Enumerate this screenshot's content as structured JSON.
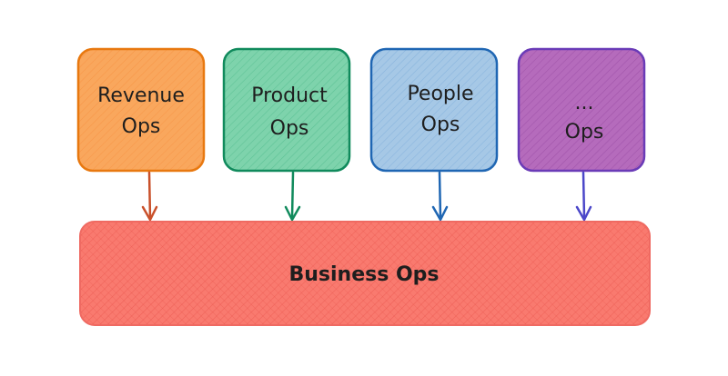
{
  "boxes": [
    {
      "line1": "Revenue",
      "line2": "Ops",
      "stroke": "#e8780f",
      "fill": "#f9a75d",
      "arrow": "#c9502a"
    },
    {
      "line1": "Product",
      "line2": "Ops",
      "stroke": "#108a5c",
      "fill": "#7ed3ac",
      "arrow": "#108a5c"
    },
    {
      "line1": "People",
      "line2": "Ops",
      "stroke": "#1f66b3",
      "fill": "#a6c8e6",
      "arrow": "#1f66b3"
    },
    {
      "line1": "...",
      "line2": "Ops",
      "stroke": "#6a3bb7",
      "fill": "#b56bbc",
      "arrow": "#4b47c9"
    }
  ],
  "target": {
    "label": "Business Ops",
    "stroke": "#ef6a62",
    "fill": "#f97a6f"
  }
}
